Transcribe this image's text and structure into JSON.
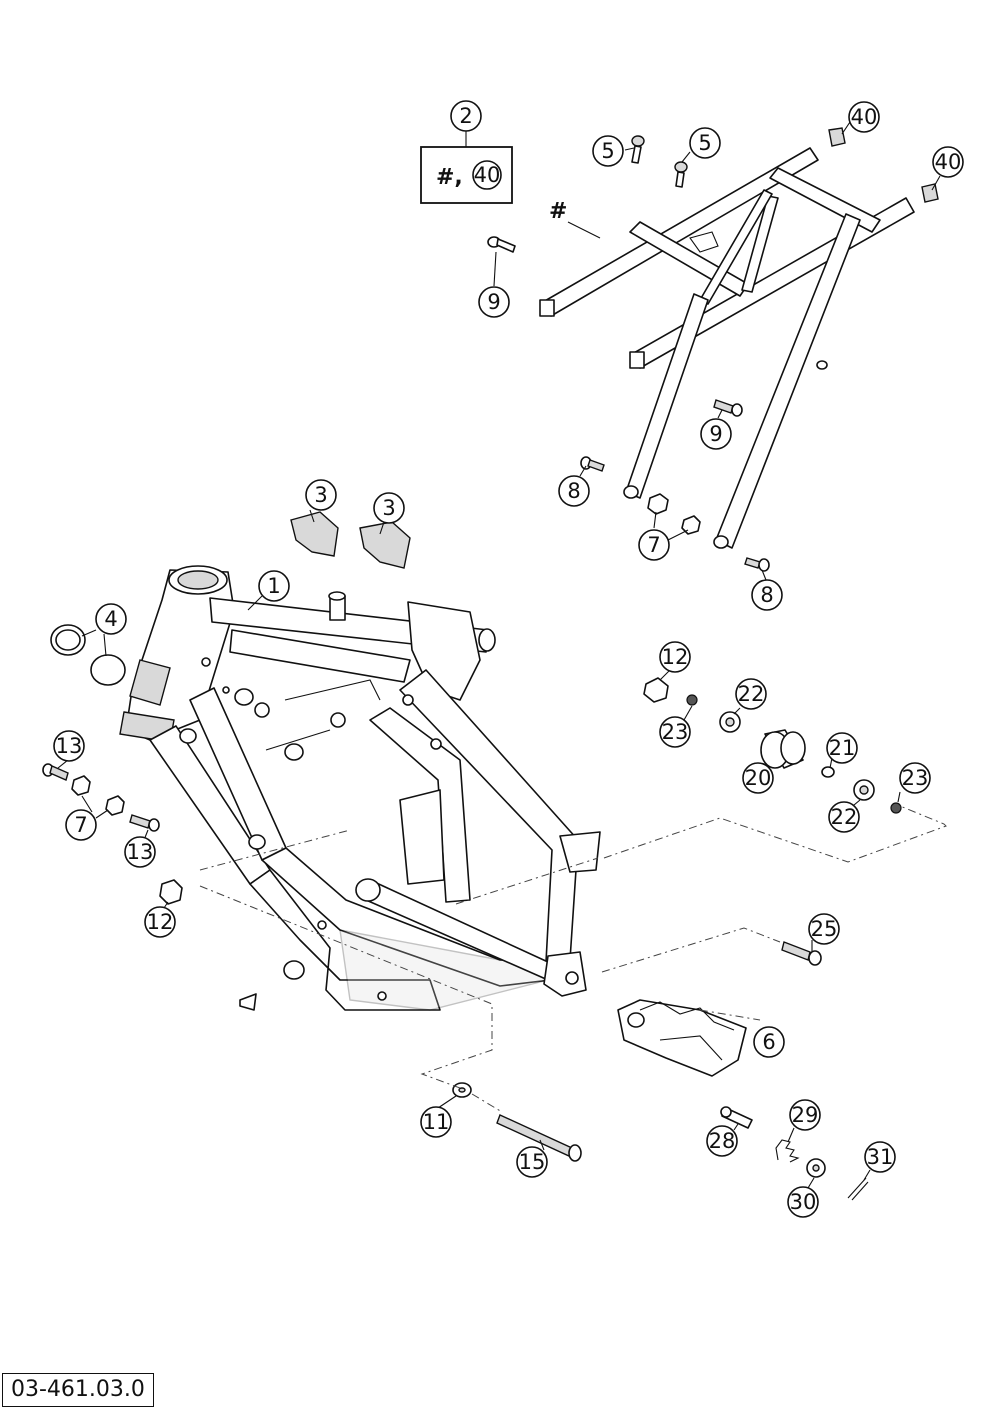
{
  "document_code": "03-461.03.0",
  "kit_box": {
    "hash_label": "#,",
    "number": "40"
  },
  "subframe_hash_label": "#",
  "callouts": [
    {
      "id": "c2",
      "label": "2"
    },
    {
      "id": "c5a",
      "label": "5"
    },
    {
      "id": "c5b",
      "label": "5"
    },
    {
      "id": "c40a",
      "label": "40"
    },
    {
      "id": "c40b",
      "label": "40"
    },
    {
      "id": "c9a",
      "label": "9"
    },
    {
      "id": "c9b",
      "label": "9"
    },
    {
      "id": "c8a",
      "label": "8"
    },
    {
      "id": "c8b",
      "label": "8"
    },
    {
      "id": "c7a",
      "label": "7"
    },
    {
      "id": "c3a",
      "label": "3"
    },
    {
      "id": "c3b",
      "label": "3"
    },
    {
      "id": "c1",
      "label": "1"
    },
    {
      "id": "c4",
      "label": "4"
    },
    {
      "id": "c12a",
      "label": "12"
    },
    {
      "id": "c22a",
      "label": "22"
    },
    {
      "id": "c23a",
      "label": "23"
    },
    {
      "id": "c21",
      "label": "21"
    },
    {
      "id": "c20",
      "label": "20"
    },
    {
      "id": "c23b",
      "label": "23"
    },
    {
      "id": "c22b",
      "label": "22"
    },
    {
      "id": "c13a",
      "label": "13"
    },
    {
      "id": "c7b",
      "label": "7"
    },
    {
      "id": "c13b",
      "label": "13"
    },
    {
      "id": "c12b",
      "label": "12"
    },
    {
      "id": "c25",
      "label": "25"
    },
    {
      "id": "c6",
      "label": "6"
    },
    {
      "id": "c11",
      "label": "11"
    },
    {
      "id": "c15",
      "label": "15"
    },
    {
      "id": "c29",
      "label": "29"
    },
    {
      "id": "c28",
      "label": "28"
    },
    {
      "id": "c31",
      "label": "31"
    },
    {
      "id": "c30",
      "label": "30"
    }
  ]
}
